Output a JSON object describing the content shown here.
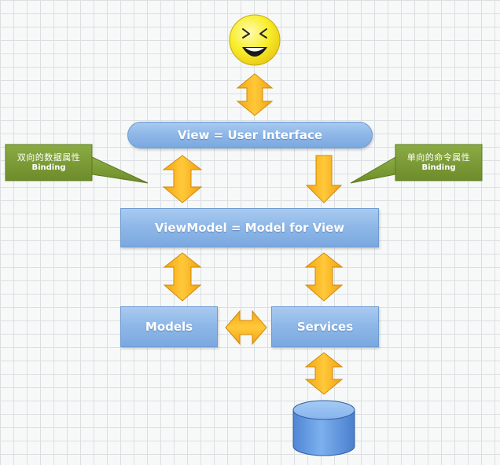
{
  "diagram": {
    "view_label": "View = User Interface",
    "viewmodel_label": "ViewModel = Model for View",
    "models_label": "Models",
    "services_label": "Services",
    "left_callout": {
      "main": "双向的数据属性",
      "sub": "Binding"
    },
    "right_callout": {
      "main": "单向的命令属性",
      "sub": "Binding"
    }
  },
  "colors": {
    "box_blue": "#8fb8e8",
    "arrow_orange": "#f7b81a",
    "callout_green": "#7a9a34",
    "smiley_yellow": "#f8ee2c",
    "database_blue": "#6b9ee0"
  },
  "icons": {
    "user": "smiley-face-icon",
    "database": "database-cylinder-icon"
  }
}
